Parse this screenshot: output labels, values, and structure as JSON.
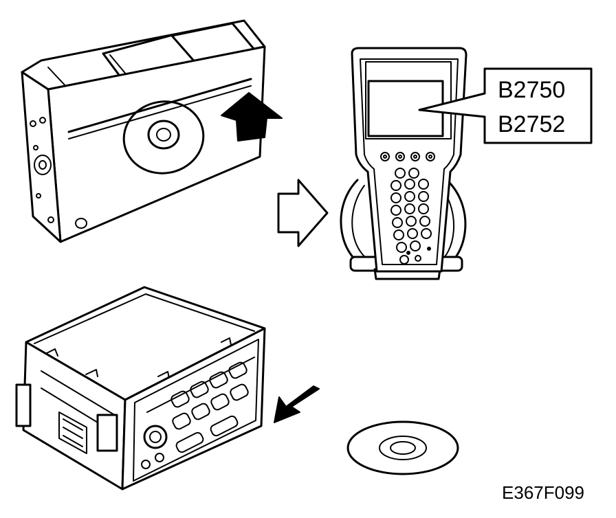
{
  "callout": {
    "codes": [
      "B2750",
      "B2752"
    ]
  },
  "figure_id": "E367F099",
  "icons": {
    "cd_changer": "cd-changer-icon",
    "scan_tool": "scan-tool-icon",
    "radio_unit": "radio-head-unit-icon",
    "compact_disc": "compact-disc-icon",
    "flow_arrow": "outline-arrow-right-icon",
    "insert_arrow": "solid-arrow-up-icon",
    "eject_arrow": "solid-arrow-down-right-icon"
  }
}
